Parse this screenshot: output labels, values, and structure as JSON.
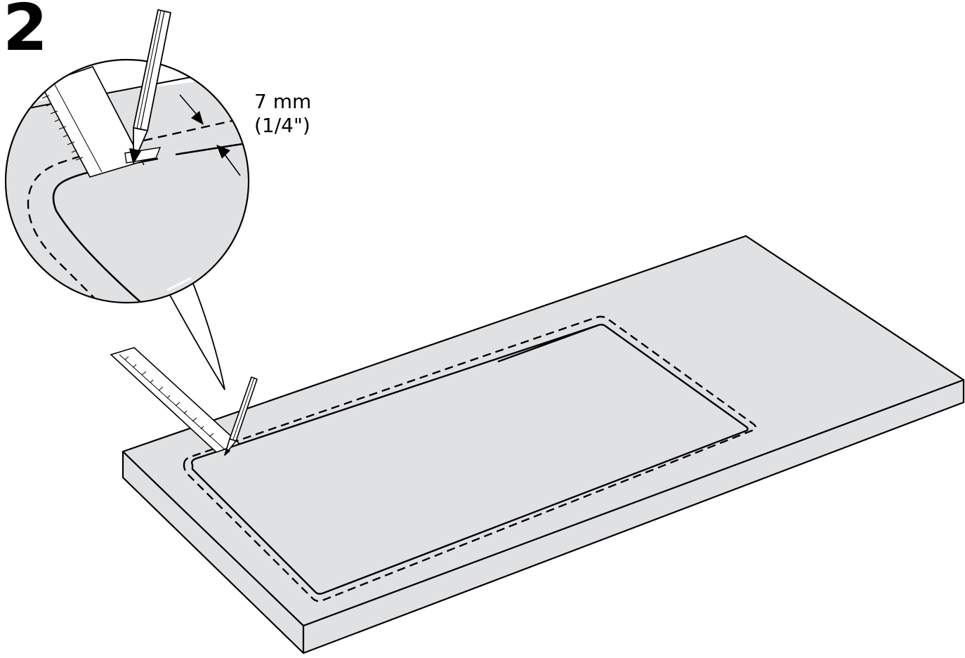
{
  "step": {
    "number": "2"
  },
  "dimension": {
    "metric": "7 mm",
    "imperial": "(1/4\")"
  },
  "colors": {
    "surface": "#e0e1e3",
    "ink": "#000000",
    "paper": "#ffffff"
  },
  "icons": {
    "pencil": "pencil-icon",
    "ruler": "ruler-icon",
    "arrow": "arrow-icon"
  }
}
